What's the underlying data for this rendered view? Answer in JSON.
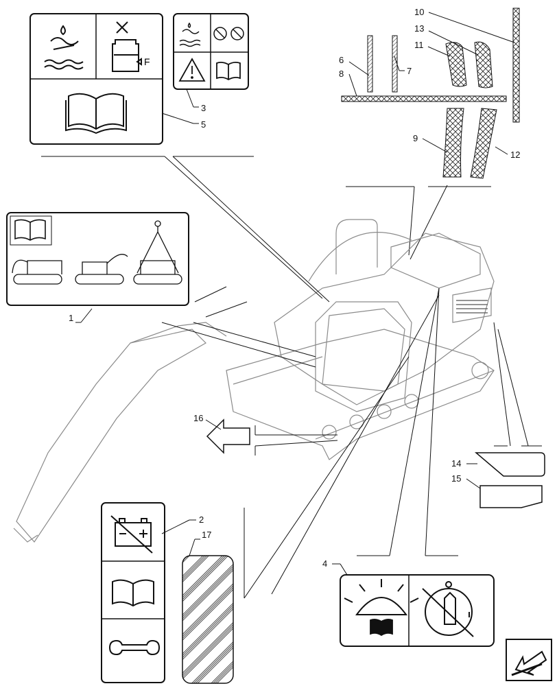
{
  "callouts": {
    "c1": "1",
    "c2": "2",
    "c3": "3",
    "c4": "4",
    "c5": "5",
    "c6": "6",
    "c7": "7",
    "c8": "8",
    "c9": "9",
    "c10": "10",
    "c11": "11",
    "c12": "12",
    "c13": "13",
    "c14": "14",
    "c15": "15",
    "c16": "16",
    "c17": "17"
  },
  "decals": {
    "coolant_level_mark": "F"
  },
  "icons": {
    "safety_manual": "book-icon",
    "hot_fluid": "hot-fluid-icon",
    "no_fill": "no-fill-icon",
    "warning": "warning-triangle-icon",
    "battery": "battery-icon",
    "maintenance": "wrench-icon",
    "light": "work-light-icon",
    "key_switch": "key-switch-icon",
    "direction": "direction-arrow-icon"
  },
  "colors": {
    "line": "#1a1a1a",
    "machine_line": "#8a8a8a",
    "hatch": "#222222"
  }
}
